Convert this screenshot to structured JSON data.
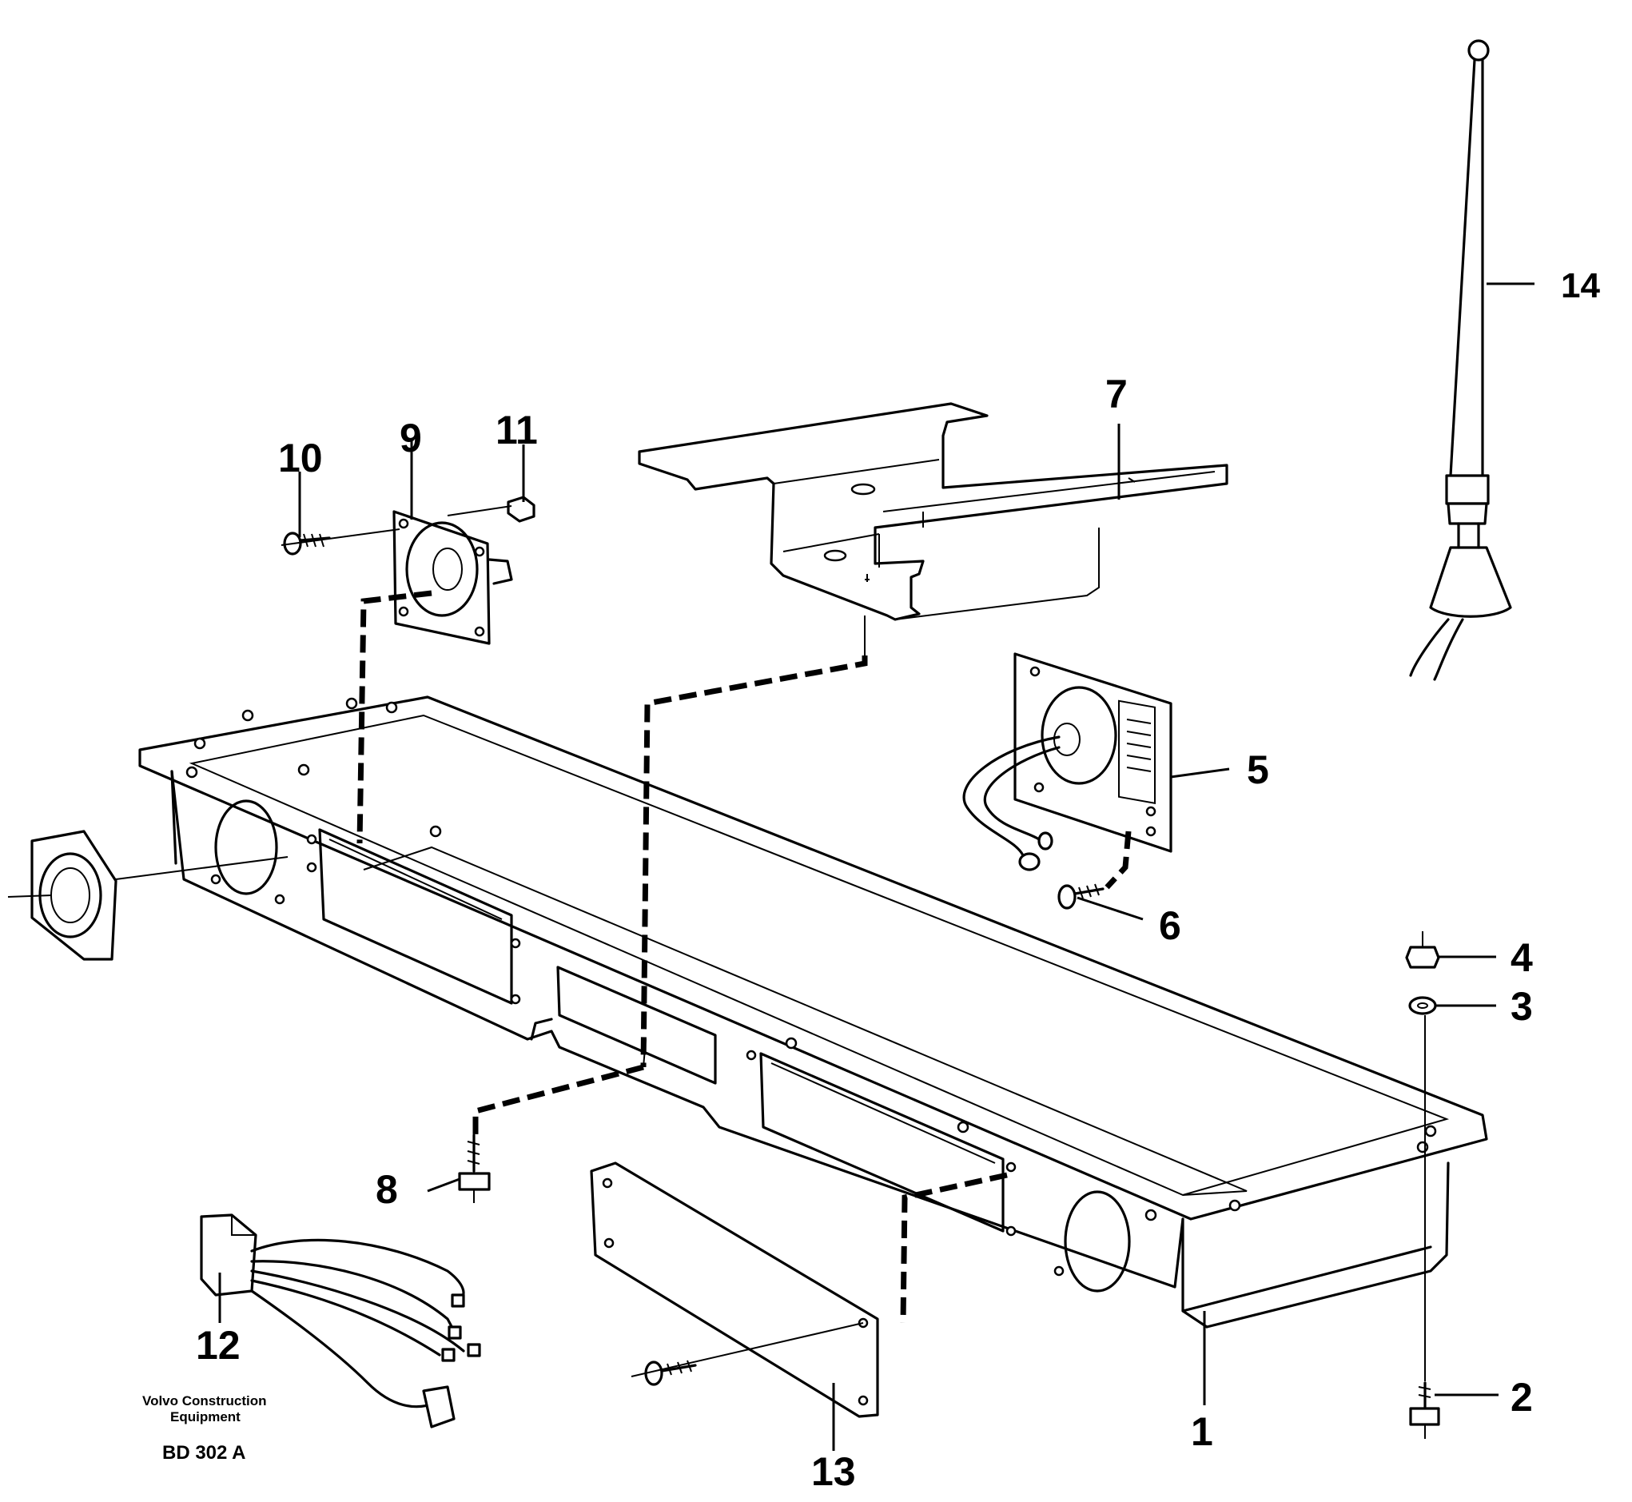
{
  "diagram": {
    "callouts": {
      "c1": "1",
      "c2": "2",
      "c3": "3",
      "c4": "4",
      "c5": "5",
      "c6": "6",
      "c7": "7",
      "c8": "8",
      "c9": "9",
      "c10": "10",
      "c11": "11",
      "c12": "12",
      "c13": "13",
      "c14": "14"
    },
    "caption": {
      "line1": "Volvo Construction",
      "line2": "Equipment",
      "code": "BD 302 A"
    }
  }
}
